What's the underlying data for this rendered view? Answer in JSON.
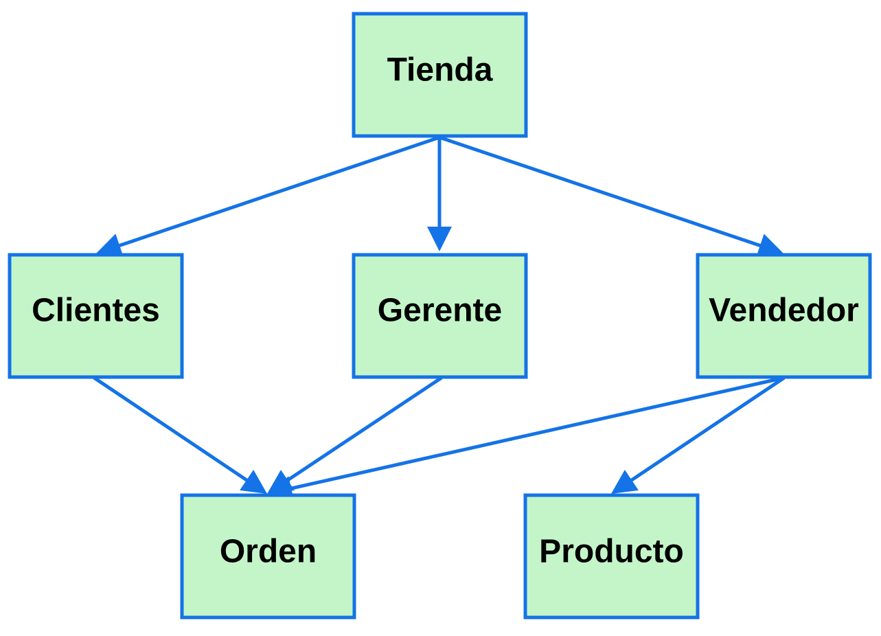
{
  "diagram": {
    "colors": {
      "node_fill": "#c3f5c8",
      "node_border": "#1473e6",
      "edge": "#1473e6",
      "text": "#000000"
    },
    "nodes": [
      {
        "id": "tienda",
        "label": "Tienda"
      },
      {
        "id": "clientes",
        "label": "Clientes"
      },
      {
        "id": "gerente",
        "label": "Gerente"
      },
      {
        "id": "vendedor",
        "label": "Vendedor"
      },
      {
        "id": "orden",
        "label": "Orden"
      },
      {
        "id": "producto",
        "label": "Producto"
      }
    ],
    "edges": [
      {
        "from": "tienda",
        "to": "clientes"
      },
      {
        "from": "tienda",
        "to": "gerente"
      },
      {
        "from": "tienda",
        "to": "vendedor"
      },
      {
        "from": "clientes",
        "to": "orden"
      },
      {
        "from": "gerente",
        "to": "orden"
      },
      {
        "from": "vendedor",
        "to": "orden"
      },
      {
        "from": "vendedor",
        "to": "producto"
      }
    ]
  }
}
